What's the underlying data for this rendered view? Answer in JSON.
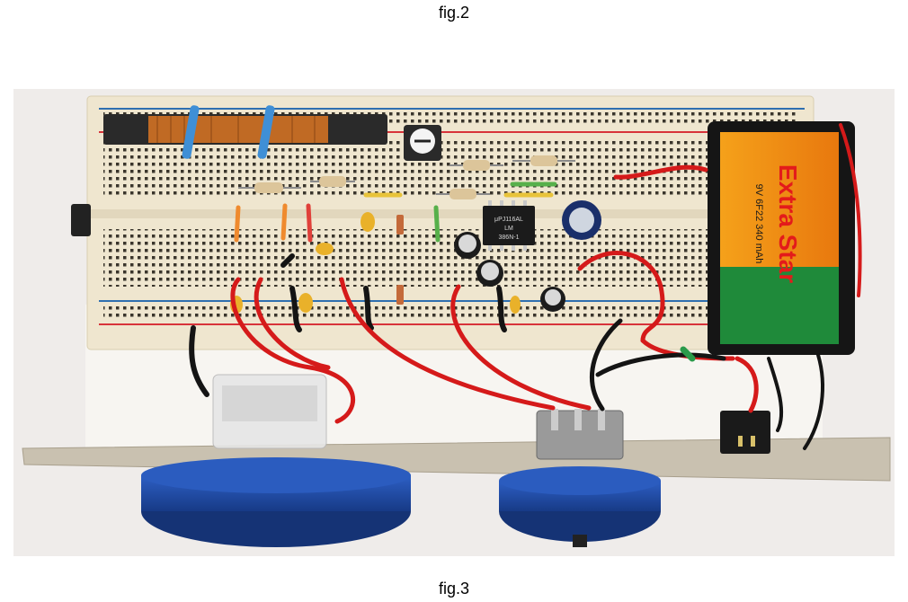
{
  "captions": {
    "top": "fig.2",
    "bottom": "fig.3"
  },
  "photo": {
    "subject": "breadboard",
    "battery_brand": "Extra Star",
    "battery_spec": "9V 6F22 340 mAh",
    "chip_text": "μPJ116AL LM 386N-1"
  },
  "colors": {
    "background": "#f3f0ee",
    "breadboard": "#efe6cf",
    "rail_red": "#d8333a",
    "rail_blue": "#2f6fb0",
    "wire_red": "#d51a1a",
    "wire_black": "#141414",
    "knob_blue": "#1f4fa8",
    "battery_orange": "#f08a12",
    "base_board": "#c9c1b0"
  }
}
